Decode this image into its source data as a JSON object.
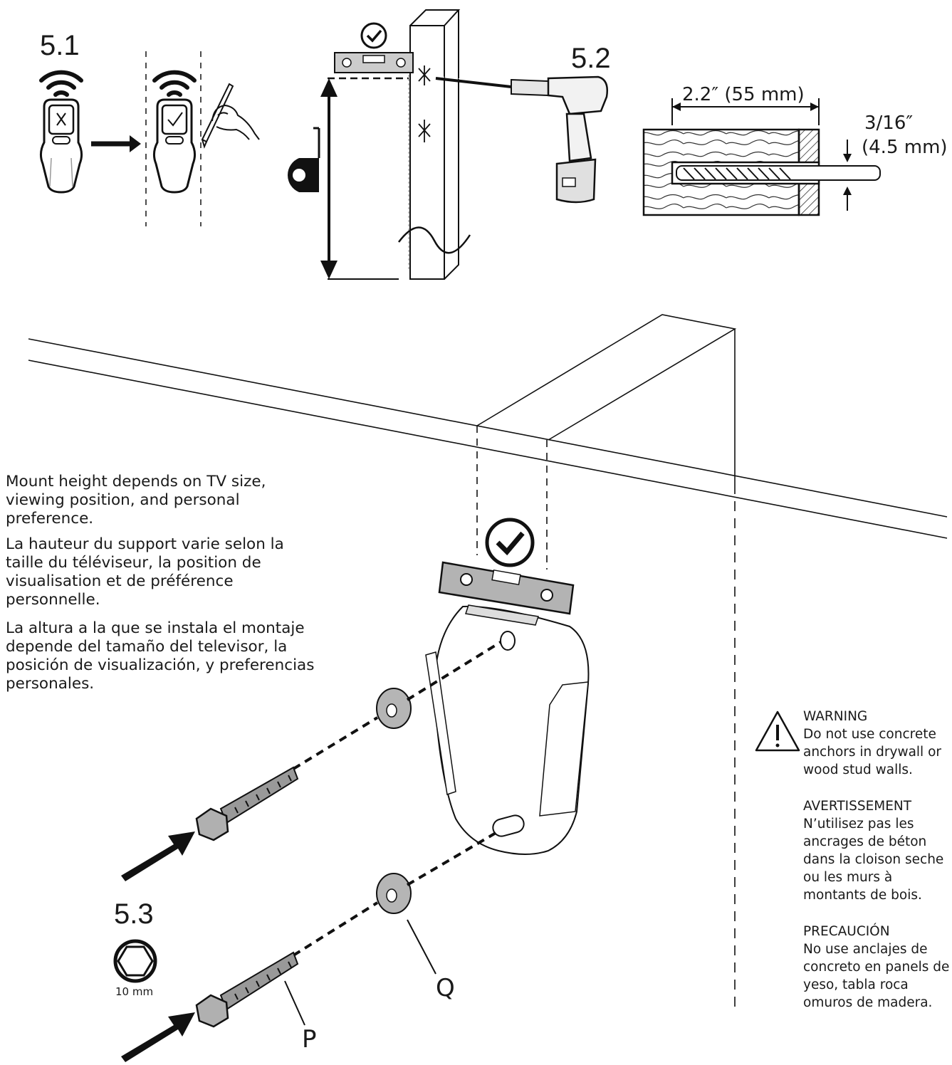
{
  "steps": {
    "s1": "5.1",
    "s2": "5.2",
    "s3": "5.3"
  },
  "drill_spec": {
    "depth": "2.2″ (55 mm)",
    "diameter_line1": "3/16″",
    "diameter_line2": "(4.5 mm)"
  },
  "description": {
    "en": "Mount height depends on TV size, viewing position, and personal preference.",
    "fr": "La hauteur du support varie selon la taille du téléviseur, la position de visualisation et de préférence personnelle.",
    "es": "La altura a la que se instala el montaje depende del tamaño del televisor, la posición de visualización, y preferencias personales."
  },
  "warnings": {
    "en_title": "WARNING",
    "en_body": "Do not use concrete anchors in drywall or wood stud walls.",
    "fr_title": "AVERTISSEMENT",
    "fr_body": "N’utilisez pas les ancrages de béton dans la cloison seche ou les murs à montants de bois.",
    "es_title": "PRECAUCIÓN",
    "es_body": "No use anclajes de concreto en panels de yeso, tabla roca omuros de madera."
  },
  "parts": {
    "bolt": "P",
    "washer": "Q",
    "socket_size": "10 mm"
  },
  "icons": [
    "stud-finder-icon",
    "wifi-icon",
    "pencil-hand-icon",
    "level-icon",
    "checkmark-icon",
    "tape-measure-icon",
    "drill-icon",
    "drill-bit-icon",
    "warning-triangle-icon",
    "hex-socket-icon",
    "lag-bolt-icon",
    "washer-icon",
    "wall-plate-icon"
  ]
}
